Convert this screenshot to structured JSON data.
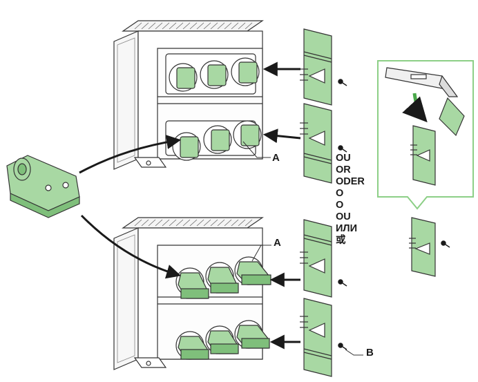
{
  "labels": {
    "a_top": "A",
    "a_bottom": "A",
    "b": "B"
  },
  "alternatives": [
    "OU",
    "OR",
    "ODER",
    "O",
    "O",
    "OU",
    "ИЛИ",
    "或"
  ],
  "colors": {
    "part_green": "#a8d8a3",
    "part_green_dark": "#7fbf7b",
    "callout_border": "#8ccf86",
    "line": "#1a1a1a"
  },
  "icons": [
    "knife-icon",
    "arrow-icon",
    "screw-icon"
  ]
}
